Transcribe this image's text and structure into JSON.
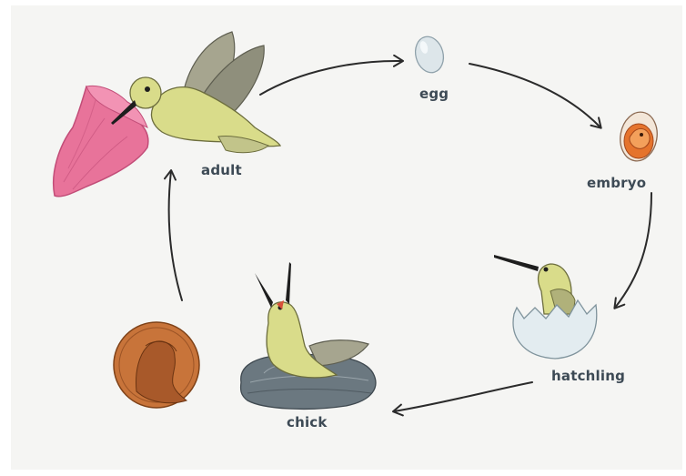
{
  "stages": {
    "adult": "adult",
    "egg": "egg",
    "embryo": "embryo",
    "hatchling": "hatchling",
    "chick": "chick"
  },
  "colors": {
    "label": "#3d4a55",
    "arrow": "#2b2b2b",
    "bird_body": "#d9dc8a",
    "bird_wing": "#8f8f7c",
    "flower": "#e8739a",
    "egg_shell": "#dde6ea",
    "embryo": "#e5732c",
    "nest": "#6b7880",
    "penny": "#c8743a"
  },
  "icons": [
    "hummingbird",
    "flower",
    "egg",
    "embryo",
    "hatching-egg",
    "nest-chick",
    "penny"
  ]
}
